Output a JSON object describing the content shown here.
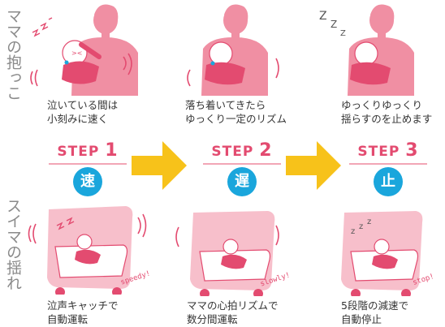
{
  "side_labels": {
    "top": "ママの抱っこ",
    "bottom": "スイマの揺れ"
  },
  "steps": [
    {
      "step_word": "STEP",
      "step_num": "1",
      "kanji": "速",
      "mama_caption": [
        "泣いている間は",
        "小刻みに速く"
      ],
      "swing_caption": [
        "泣声キャッチで",
        "自動運転"
      ],
      "tag": "speedy!"
    },
    {
      "step_word": "STEP",
      "step_num": "2",
      "kanji": "遅",
      "mama_caption": [
        "落ち着いてきたら",
        "ゆっくり一定のリズム"
      ],
      "swing_caption": [
        "ママの心拍リズムで",
        "数分間運転"
      ],
      "tag": "slowly!"
    },
    {
      "step_word": "STEP",
      "step_num": "3",
      "kanji": "止",
      "mama_caption": [
        "ゆっくりゆっくり",
        "揺らすのを止めます"
      ],
      "swing_caption": [
        "5段階の減速で",
        "自動停止"
      ],
      "tag": "stop!"
    }
  ],
  "colors": {
    "pink": "#f08fa3",
    "pink_light": "#f7bfcb",
    "step_red": "#e34b70",
    "circle_blue": "#1aa6dc",
    "arrow_yellow": "#f7c21a"
  }
}
